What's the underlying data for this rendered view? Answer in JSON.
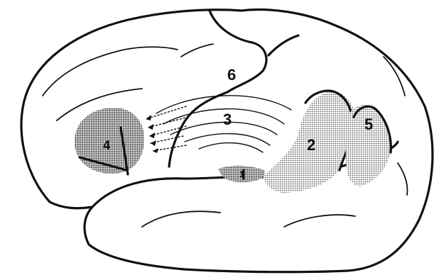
{
  "labels": {
    "region_1": "1",
    "region_2": "2",
    "region_3": "3",
    "region_4": "4",
    "region_5": "5",
    "region_6": "6"
  },
  "colors": {
    "ink": "#111111",
    "shade_fill": "#9a9a9a",
    "background": "#ffffff"
  }
}
